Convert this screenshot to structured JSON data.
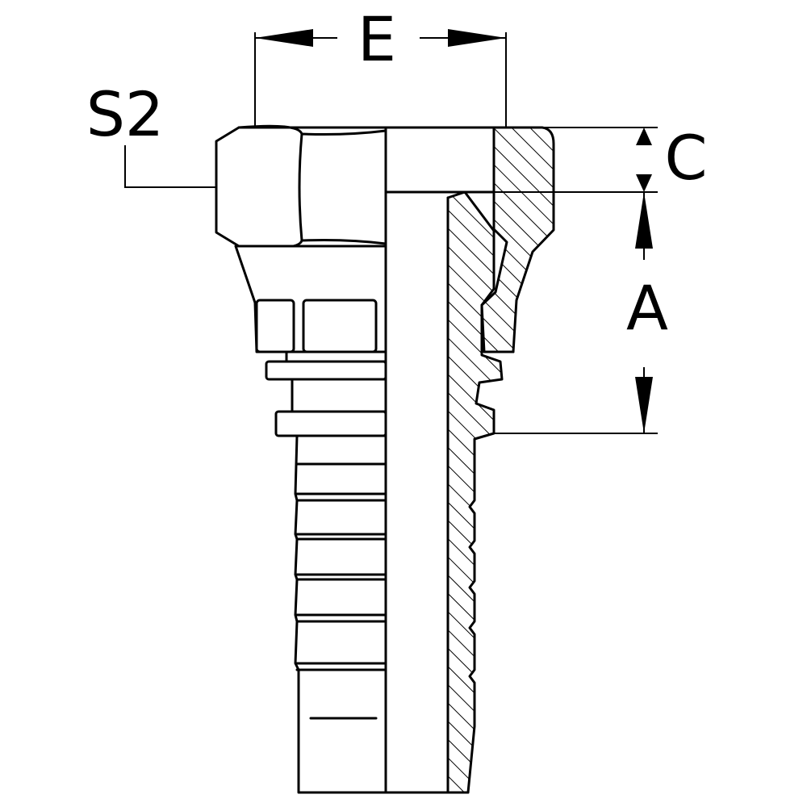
{
  "diagram": {
    "labels": {
      "e": "E",
      "s2": "S2",
      "c": "C",
      "a": "A"
    },
    "colors": {
      "line": "#000000",
      "background": "#ffffff"
    }
  }
}
